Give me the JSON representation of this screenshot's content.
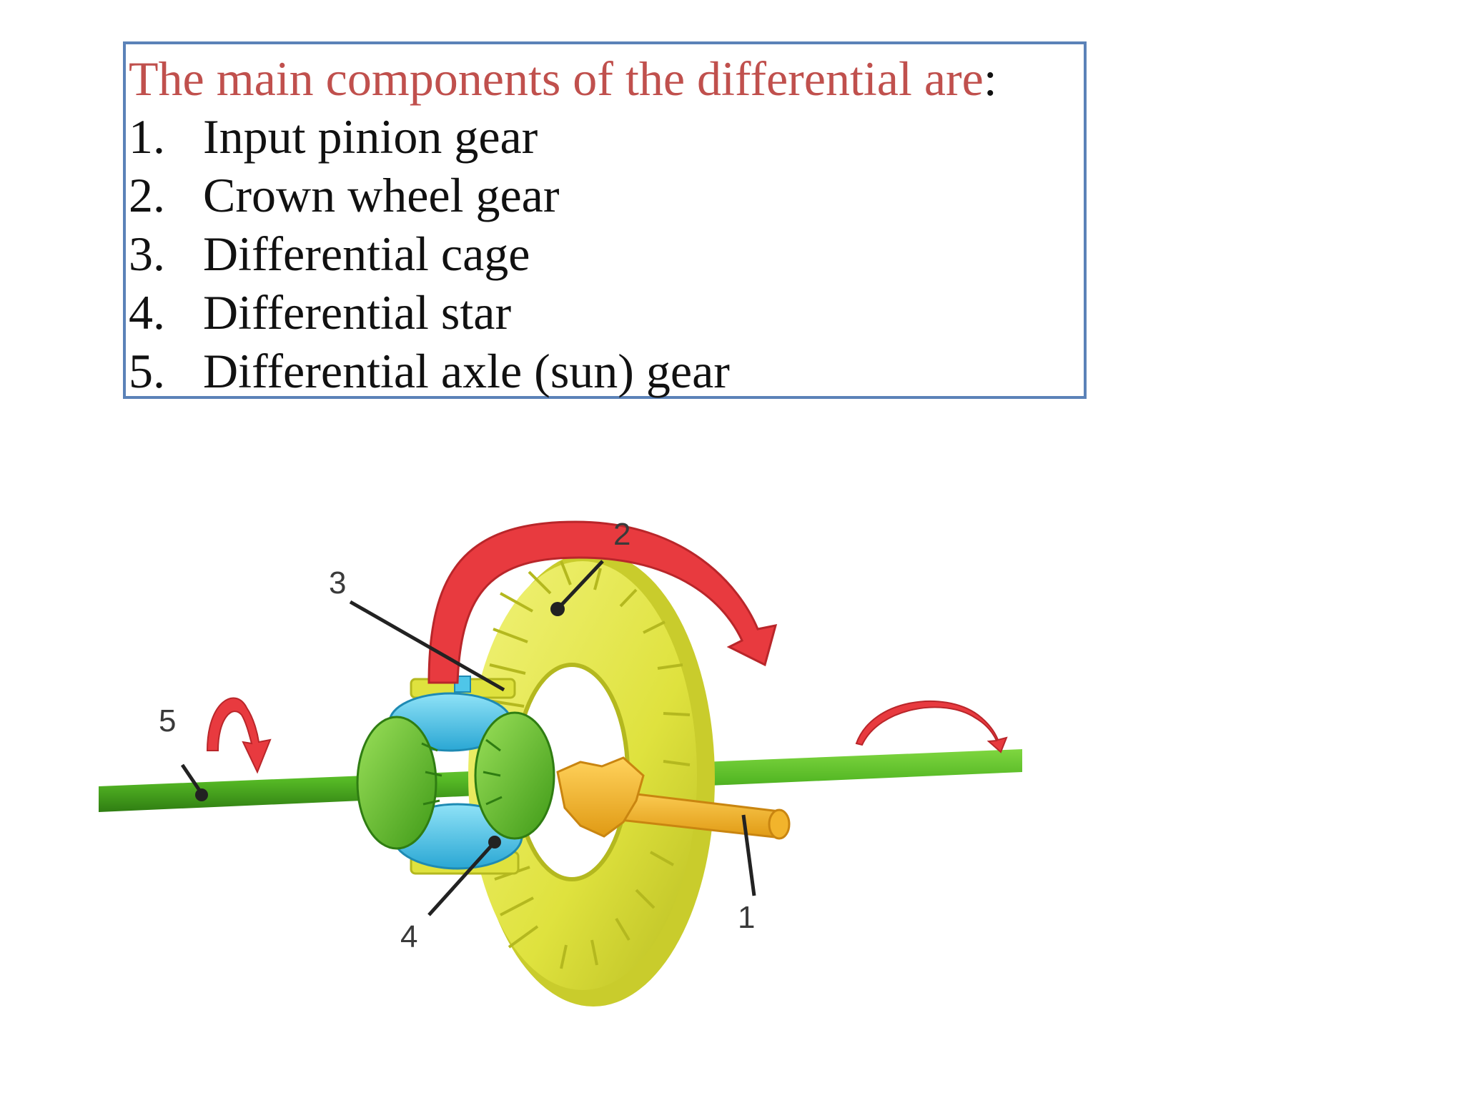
{
  "heading": {
    "text": "The main components of the differential are",
    "colon": ":"
  },
  "components": [
    {
      "number": "1.",
      "label": "Input pinion gear"
    },
    {
      "number": "2.",
      "label": "Crown wheel gear"
    },
    {
      "number": "3.",
      "label": "Differential cage"
    },
    {
      "number": "4.",
      "label": "Differential star"
    },
    {
      "number": "5.",
      "label": "Differential axle (sun) gear"
    }
  ],
  "diagram_callouts": {
    "c1": "1",
    "c2": "2",
    "c3": "3",
    "c4": "4",
    "c5": "5"
  },
  "colors": {
    "heading_red": "#c0504d",
    "box_border": "#5b82b8",
    "axle_green": "#55b825",
    "crown_yellow": "#e6e84a",
    "star_blue": "#4fc6e8",
    "pinion_orange": "#f2b42c",
    "arrow_red": "#e83a3f"
  }
}
